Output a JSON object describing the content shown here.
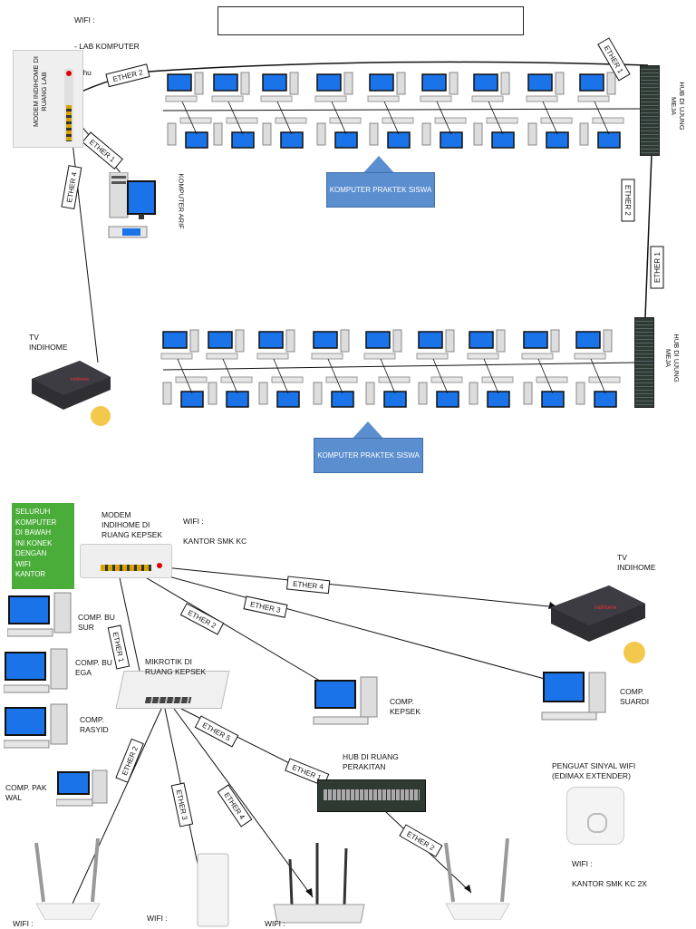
{
  "top_wifi": {
    "line1": "WIFI :",
    "line2": "- LAB KOMPUTER",
    "line3": "- zhu"
  },
  "modem_lab": "MODEM INDIHOME DI RUANG LAB",
  "komputer_arif": "KOMPUTER ARIF",
  "tv_top": "TV\nINDIHOME",
  "hub_top": "HUB DI UJUNG MEJA",
  "hub_bottom": "HUB DI UJUNG MEJA",
  "praktek_top": "KOMPUTER PRAKTEK\nSISWA",
  "praktek_bottom": "KOMPUTER PRAKTEK\nSISWA",
  "green_note": "SELURUH\nKOMPUTER\nDI BAWAH\nINI KONEK\nDENGAN\nWIFI\nKANTOR",
  "modem_kepsek": "MODEM\nINDIHOME DI\nRUANG KEPSEK",
  "wifi_kantor": "WIFI :\n\nKANTOR SMK KC",
  "tv_bottom": "TV\nINDIHOME",
  "mikrotik": "MIKROTIK DI\nRUANG KEPSEK",
  "comp_bu_sur": "COMP. BU\nSUR",
  "comp_bu_ega": "COMP. BU\nEGA",
  "comp_rasyid": "COMP.\nRASYID",
  "comp_pak_wal": "COMP. PAK\nWAL",
  "comp_kepsek": "COMP.\nKEPSEK",
  "comp_suardi": "COMP.\nSUARDI",
  "hub_perakitan": "HUB DI RUANG\nPERAKITAN",
  "penguat": "PENGUAT SINYAL WIFI\n(EDIMAX EXTENDER)",
  "wifi_kc2x": "WIFI :\n\nKANTOR SMK KC 2X",
  "wifi_b1": "WIFI :",
  "wifi_b2": "WIFI :",
  "wifi_b3": "WIFI :",
  "ether": {
    "ether1": "ETHER 1",
    "ether2": "ETHER 2",
    "ether3": "ETHER 3",
    "ether4": "ETHER 4",
    "ether5": "ETHER 5"
  },
  "colors": {
    "screen": "#1a73e8",
    "callout": "#5b8ecf",
    "green": "#4aad3a",
    "line": "#111111"
  }
}
